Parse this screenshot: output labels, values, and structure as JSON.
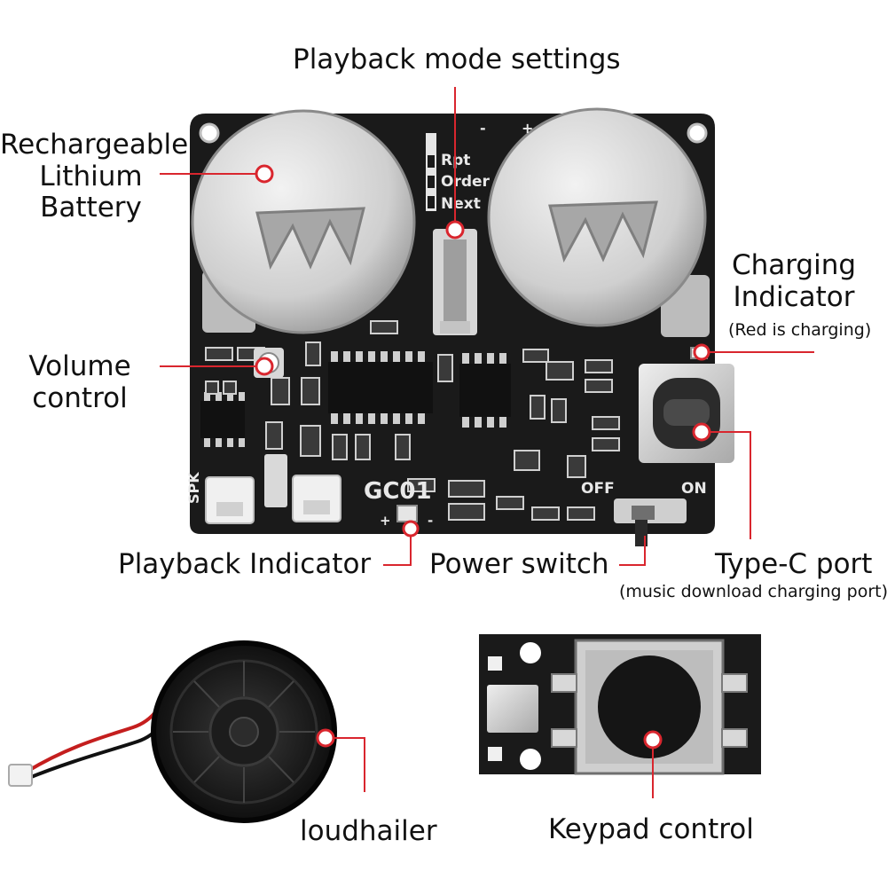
{
  "labels": {
    "playback_mode": "Playback mode settings",
    "battery": "Rechargeable\nLithium\nBattery",
    "charging_indicator": "Charging\nIndicator",
    "charging_note": "(Red is charging)",
    "volume": "Volume\ncontrol",
    "playback_indicator": "Playback Indicator",
    "power_switch": "Power switch",
    "type_c": "Type-C port",
    "type_c_note": "(music download charging port)",
    "loudhailer": "loudhailer",
    "keypad": "Keypad control"
  },
  "board": {
    "model": "GC01",
    "mode_rpt": "Rpt",
    "mode_order": "Order",
    "mode_next": "Next",
    "off": "OFF",
    "on": "ON",
    "spk": "SPK",
    "minus": "-",
    "plus": "+"
  },
  "colors": {
    "callout": "#d9262e",
    "pcb": "#1a1a1a",
    "metal": "#cfcfcf",
    "text": "#111111"
  }
}
